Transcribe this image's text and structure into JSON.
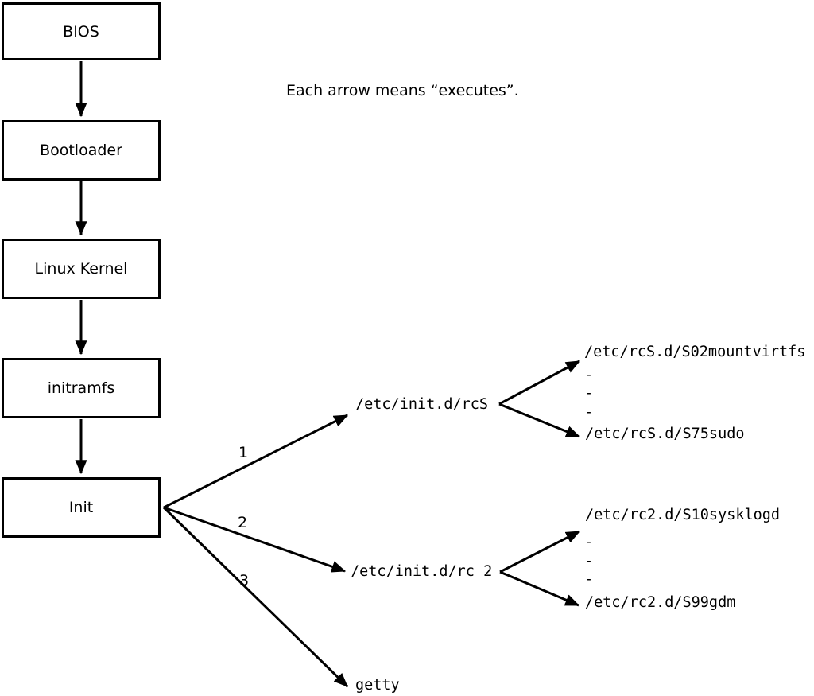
{
  "note": "Each arrow means “executes”.",
  "boxes": [
    {
      "label": "BIOS"
    },
    {
      "label": "Bootloader"
    },
    {
      "label": "Linux Kernel"
    },
    {
      "label": "initramfs"
    },
    {
      "label": "Init"
    }
  ],
  "fan": {
    "labels": [
      {
        "num": "1",
        "target": "/etc/init.d/rcS"
      },
      {
        "num": "2",
        "target": "/etc/init.d/rc 2"
      },
      {
        "num": "3",
        "target": "getty"
      }
    ]
  },
  "branches": [
    {
      "top": "/etc/rcS.d/S02mountvirtfs",
      "dashes": [
        "-",
        "-",
        "-"
      ],
      "bottom": "/etc/rcS.d/S75sudo"
    },
    {
      "top": "/etc/rc2.d/S10sysklogd",
      "dashes": [
        "-",
        "-",
        "-"
      ],
      "bottom": "/etc/rc2.d/S99gdm"
    }
  ],
  "colors": {
    "ink": "#000000",
    "background": "#ffffff"
  }
}
